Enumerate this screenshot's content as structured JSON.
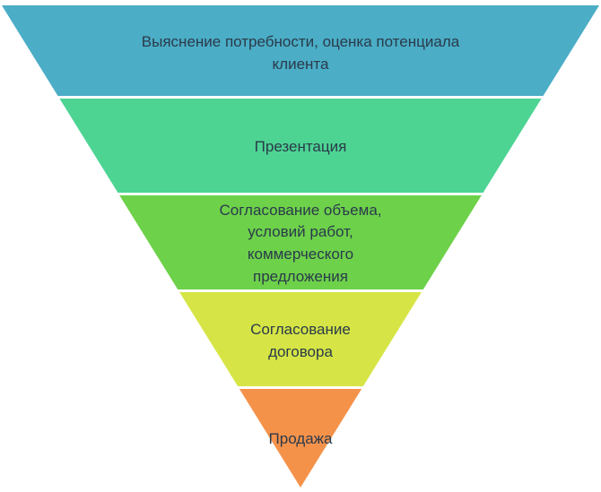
{
  "stages": [
    {
      "lines": [
        "Выяснение потребности, оценка потенциала",
        "клиента"
      ],
      "color": "#4badc6"
    },
    {
      "lines": [
        "Презентация"
      ],
      "color": "#4dd493"
    },
    {
      "lines": [
        "Согласование объема,",
        "условий работ,",
        "коммерческого",
        "предложения"
      ],
      "color": "#6dd14a"
    },
    {
      "lines": [
        "Согласование",
        "договора"
      ],
      "color": "#d6e545"
    },
    {
      "lines": [
        "Продажа"
      ],
      "color": "#f5924a"
    }
  ]
}
